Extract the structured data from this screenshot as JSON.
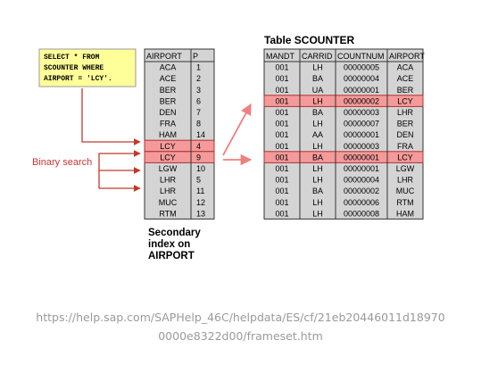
{
  "query": {
    "lines": [
      "SELECT * FROM",
      "SCOUNTER WHERE",
      "AIRPORT = 'LCY'."
    ]
  },
  "search_label": "Binary search",
  "index_table": {
    "headers": [
      "AIRPORT",
      "P"
    ],
    "rows": [
      [
        "ACA",
        "1"
      ],
      [
        "ACE",
        "2"
      ],
      [
        "BER",
        "3"
      ],
      [
        "BER",
        "6"
      ],
      [
        "DEN",
        "7"
      ],
      [
        "FRA",
        "8"
      ],
      [
        "HAM",
        "14"
      ],
      [
        "LCY",
        "4"
      ],
      [
        "LCY",
        "9"
      ],
      [
        "LGW",
        "10"
      ],
      [
        "LHR",
        "5"
      ],
      [
        "LHR",
        "11"
      ],
      [
        "MUC",
        "12"
      ],
      [
        "RTM",
        "13"
      ]
    ],
    "highlight_rows": [
      7,
      8
    ],
    "caption": [
      "Secondary",
      "index on",
      "AIRPORT"
    ]
  },
  "main_table": {
    "title": "Table SCOUNTER",
    "headers": [
      "MANDT",
      "CARRID",
      "COUNTNUM",
      "AIRPORT"
    ],
    "rows": [
      [
        "001",
        "LH",
        "00000005",
        "ACA"
      ],
      [
        "001",
        "BA",
        "00000004",
        "ACE"
      ],
      [
        "001",
        "UA",
        "00000001",
        "BER"
      ],
      [
        "001",
        "LH",
        "00000002",
        "LCY"
      ],
      [
        "001",
        "BA",
        "00000003",
        "LHR"
      ],
      [
        "001",
        "LH",
        "00000007",
        "BER"
      ],
      [
        "001",
        "AA",
        "00000001",
        "DEN"
      ],
      [
        "001",
        "LH",
        "00000003",
        "FRA"
      ],
      [
        "001",
        "BA",
        "00000001",
        "LCY"
      ],
      [
        "001",
        "LH",
        "00000001",
        "LGW"
      ],
      [
        "001",
        "LH",
        "00000004",
        "LHR"
      ],
      [
        "001",
        "BA",
        "00000002",
        "MUC"
      ],
      [
        "001",
        "LH",
        "00000006",
        "RTM"
      ],
      [
        "001",
        "LH",
        "00000008",
        "HAM"
      ]
    ],
    "highlight_rows": [
      3,
      8
    ]
  },
  "source_lines": [
    "https://help.sap.com/SAPHelp_46C/helpdata/ES/cf/21eb20446011d18970",
    "0000e8322d00/frameset.htm"
  ],
  "colors": {
    "table_bg": "#d4d4d4",
    "grid": "#333333",
    "highlight": "#f49a9a",
    "query_bg": "#ffff99",
    "arrow": "#c0392b",
    "arrow_light": "#ee8080",
    "label": "#cc3333"
  }
}
